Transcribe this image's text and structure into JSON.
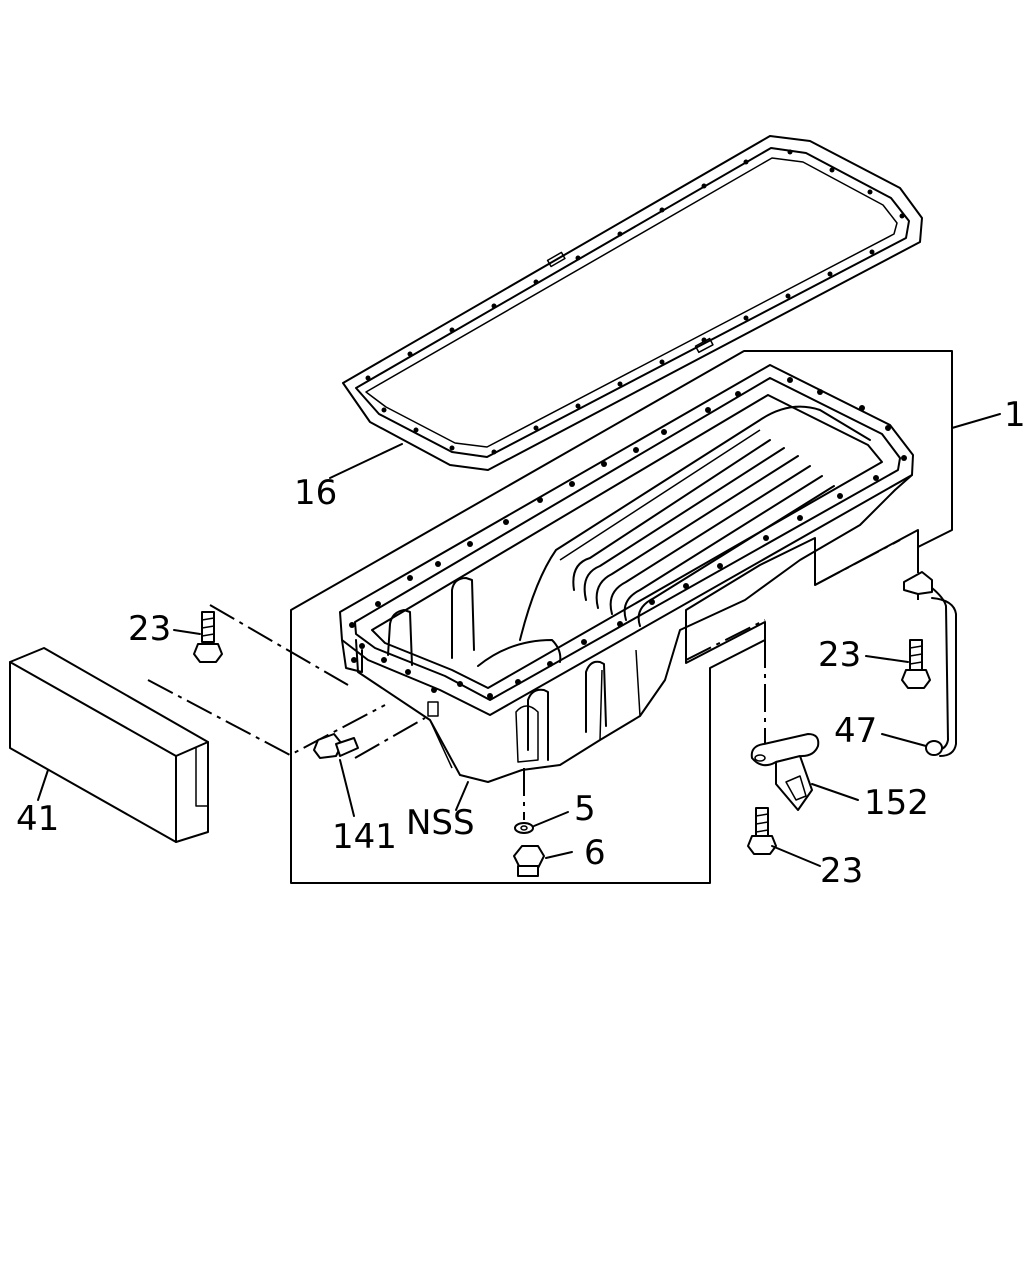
{
  "diagram": {
    "callouts": {
      "oil_pan": "1",
      "gasket": "16",
      "bolt_left": "23",
      "bolt_right_upper": "23",
      "bolt_right_lower": "23",
      "insulator": "41",
      "sensor_stud": "141",
      "nss": "NSS",
      "washer": "5",
      "drain_plug": "6",
      "bracket": "152",
      "clip": "47"
    }
  }
}
